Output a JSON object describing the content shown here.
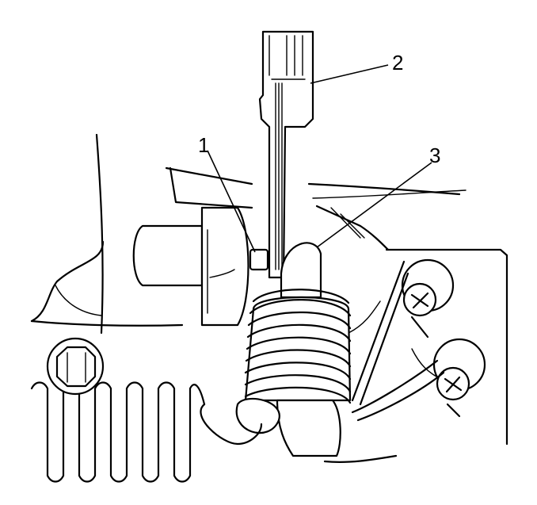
{
  "callouts": [
    {
      "id": "1",
      "label": "1"
    },
    {
      "id": "2",
      "label": "2"
    },
    {
      "id": "3",
      "label": "3"
    }
  ],
  "icons": [
    "tool-icon",
    "spring-icon",
    "screw-icon"
  ]
}
